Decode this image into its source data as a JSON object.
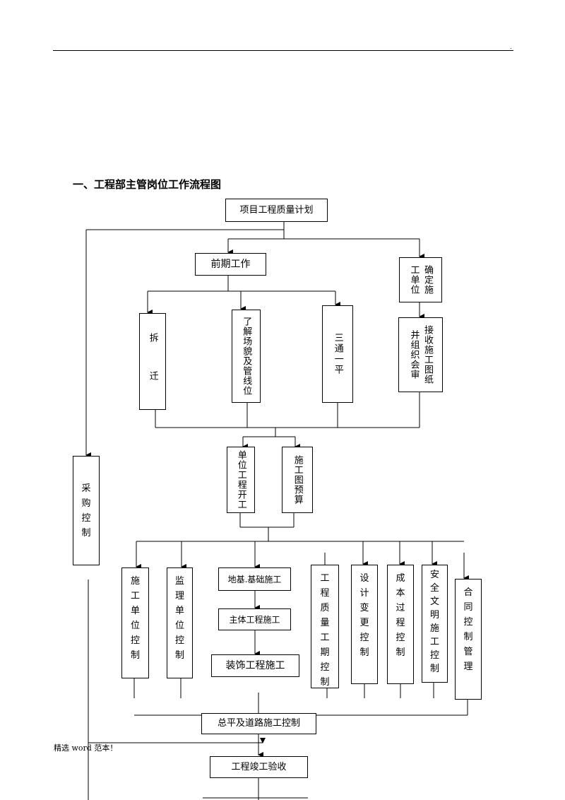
{
  "page": {
    "corner_mark": ".",
    "heading": "一、工程部主管岗位工作流程图",
    "footer": "精选 word 范本！"
  },
  "flowchart": {
    "nodes": {
      "project_quality_plan": "项目工程质量计划",
      "preliminary_work": "前期工作",
      "determine_contractor": "确定施工单位",
      "demolition": "拆　迁",
      "site_survey": "了解场貌及管线位",
      "three_utilities": "三通一平",
      "receive_drawings": "接收施工图纸并组织会审",
      "procurement_control": "采购控制",
      "unit_start": "单位工程开工",
      "drawing_budget": "施工图预算",
      "contractor_control": "施工单位控制",
      "supervisor_control": "监理单位控制",
      "foundation_construction": "地基.基础施工",
      "main_structure_construction": "主体工程施工",
      "decoration_construction": "装饰工程施工",
      "quality_schedule_control": "工程质量工期控制",
      "design_change_control": "设计变更控制",
      "cost_process_control": "成本过程控制",
      "safety_civilized_control": "安全文明施工控制",
      "contract_control": "合同控制管理",
      "general_layout_road": "总平及道路施工控制",
      "completion_acceptance": "工程竣工验收"
    }
  }
}
